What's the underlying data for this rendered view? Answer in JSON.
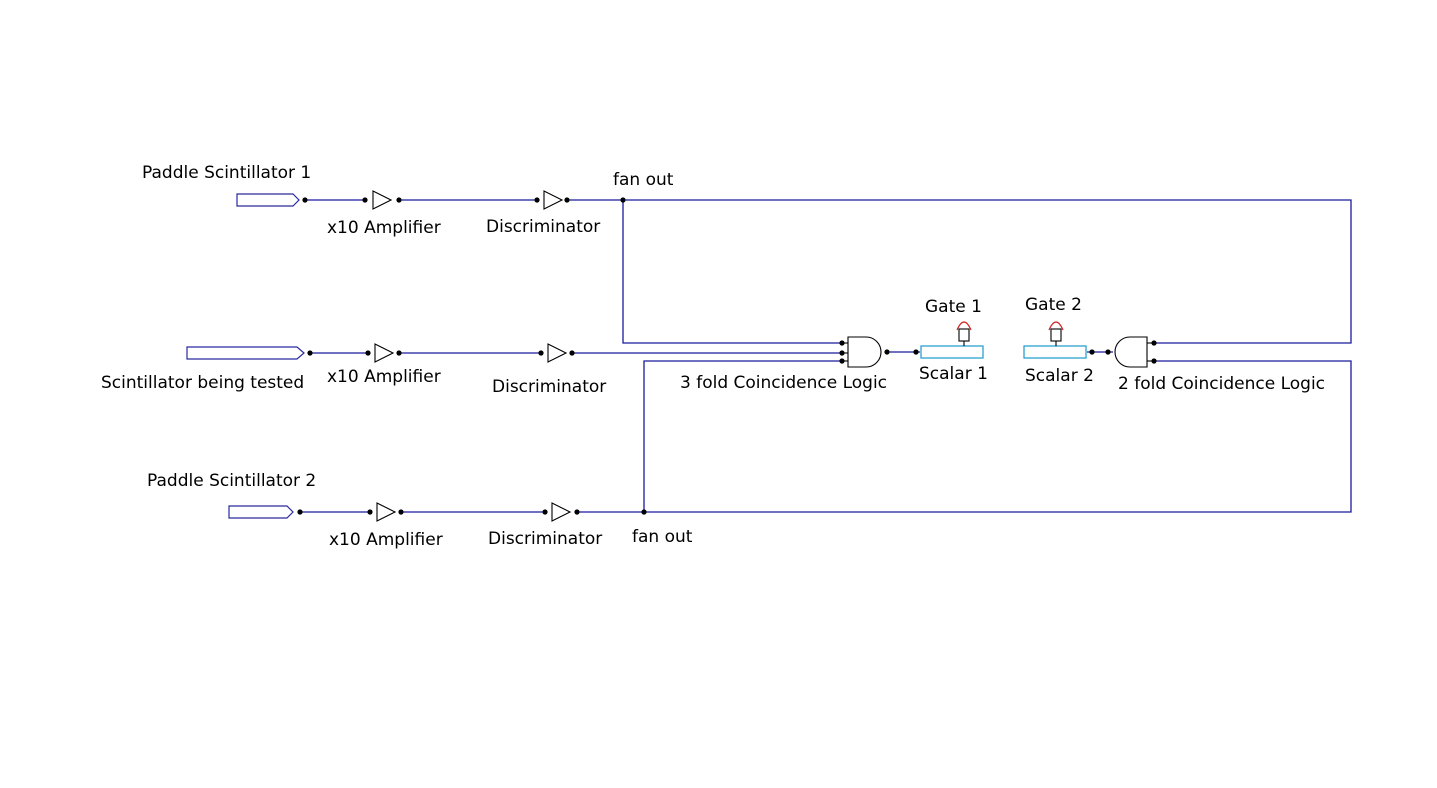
{
  "colors": {
    "wire": "#1a1a9e",
    "input_connector": "#2a2aa0",
    "scalar": "#2aa0d0",
    "gate_flame": "#d02020",
    "component": "#000000"
  },
  "labels": {
    "paddle1": "Paddle Scintillator 1",
    "tested": "Scintillator being tested",
    "paddle2": "Paddle Scintillator 2",
    "amp_top": "x10 Amplifier",
    "amp_mid": "x10 Amplifier",
    "amp_bot": "x10 Amplifier",
    "disc_top": "Discriminator",
    "disc_mid": "Discriminator",
    "disc_bot": "Discriminator",
    "fanout_top": "fan out",
    "fanout_bot": "fan out",
    "coinc3": "3 fold Coincidence Logic",
    "coinc2": "2 fold Coincidence Logic",
    "gate1": "Gate 1",
    "gate2": "Gate 2",
    "scalar1": "Scalar 1",
    "scalar2": "Scalar 2"
  }
}
